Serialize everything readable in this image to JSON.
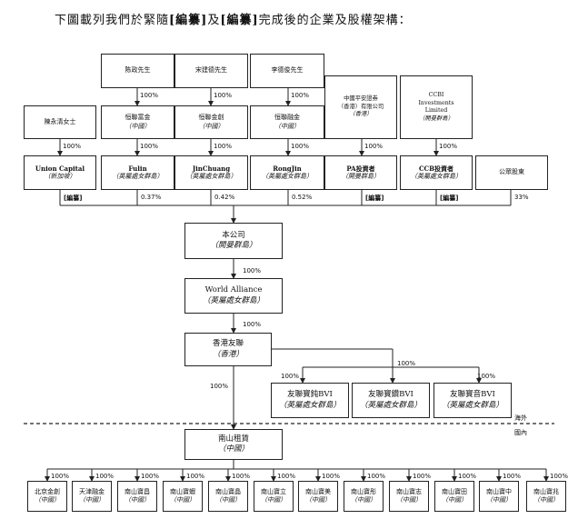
{
  "title_parts": [
    "下圖載列我們於緊隨",
    "[編纂]",
    "及",
    "[編纂]",
    "完成後的企業及股權架構："
  ],
  "top_row": [
    {
      "id": "t1",
      "name": "陈政先生"
    },
    {
      "id": "t2",
      "name": "宋建德先生"
    },
    {
      "id": "t3",
      "name": "李德俊先生"
    }
  ],
  "mid_row": [
    {
      "id": "m0",
      "name": "陳永清女士",
      "sub": ""
    },
    {
      "id": "m1",
      "name": "恒聯富金",
      "sub": "（中國）"
    },
    {
      "id": "m2",
      "name": "恒聯金創",
      "sub": "（中國）"
    },
    {
      "id": "m3",
      "name": "恒聯融金",
      "sub": "（中國）"
    },
    {
      "id": "m4",
      "name": "中國平安證券",
      "sub": "（香港）有限公司",
      "sub2": "（香港）"
    },
    {
      "id": "m5",
      "name": "CCBI",
      "sub": "Investments",
      "sub2": "Limited",
      "sub3": "（開曼群島）"
    }
  ],
  "shareholders": [
    {
      "id": "s0",
      "name": "Union Capital",
      "sub": "（新加坡）",
      "pct": "[編纂]"
    },
    {
      "id": "s1",
      "name": "Fulin",
      "sub": "（英屬處女群島）",
      "pct": "0.37%"
    },
    {
      "id": "s2",
      "name": "JinChuang",
      "sub": "（英屬處女群島）",
      "pct": "0.42%"
    },
    {
      "id": "s3",
      "name": "RongJin",
      "sub": "（英屬處女群島）",
      "pct": "0.52%"
    },
    {
      "id": "s4",
      "name": "PA投資者",
      "sub": "（開曼群島）",
      "pct": "[編纂]"
    },
    {
      "id": "s5",
      "name": "CCB投資者",
      "sub": "（英屬處女群島）",
      "pct": "[編纂]"
    },
    {
      "id": "s6",
      "name": "公眾股東",
      "sub": "",
      "pct": "33%"
    }
  ],
  "ownership_labels": {
    "l100": "100%"
  },
  "company": {
    "name": "本公司",
    "sub": "（開曼群島）"
  },
  "world_alliance": {
    "name": "World Alliance",
    "sub": "（英屬處女群島）"
  },
  "hk_alliance": {
    "name": "香港友聯",
    "sub": "（香港）"
  },
  "bvis": [
    {
      "id": "b0",
      "name": "友聯寶鈍BVI",
      "sub": "（英屬處女群島）"
    },
    {
      "id": "b1",
      "name": "友聯寶鑽BVI",
      "sub": "（英屬處女群島）"
    },
    {
      "id": "b2",
      "name": "友聯寶音BVI",
      "sub": "（英屬處女群島）"
    }
  ],
  "region_labels": {
    "overseas": "海外",
    "domestic": "國內"
  },
  "nanshan": {
    "name": "南山租賃",
    "sub": "（中國）"
  },
  "subsidiaries": [
    {
      "name": "北京金創",
      "sub": "（中國）"
    },
    {
      "name": "天津融金",
      "sub": "（中國）"
    },
    {
      "name": "南山寶昌",
      "sub": "（中國）"
    },
    {
      "name": "南山寶蝦",
      "sub": "（中國）"
    },
    {
      "name": "南山寶晶",
      "sub": "（中國）"
    },
    {
      "name": "南山寶立",
      "sub": "（中國）"
    },
    {
      "name": "南山寶美",
      "sub": "（中國）"
    },
    {
      "name": "南山寶彤",
      "sub": "（中國）"
    },
    {
      "name": "南山寶志",
      "sub": "（中國）"
    },
    {
      "name": "南山寶田",
      "sub": "（中國）"
    },
    {
      "name": "南山寶中",
      "sub": "（中國）"
    },
    {
      "name": "南山寶兆",
      "sub": "（中國）"
    }
  ]
}
